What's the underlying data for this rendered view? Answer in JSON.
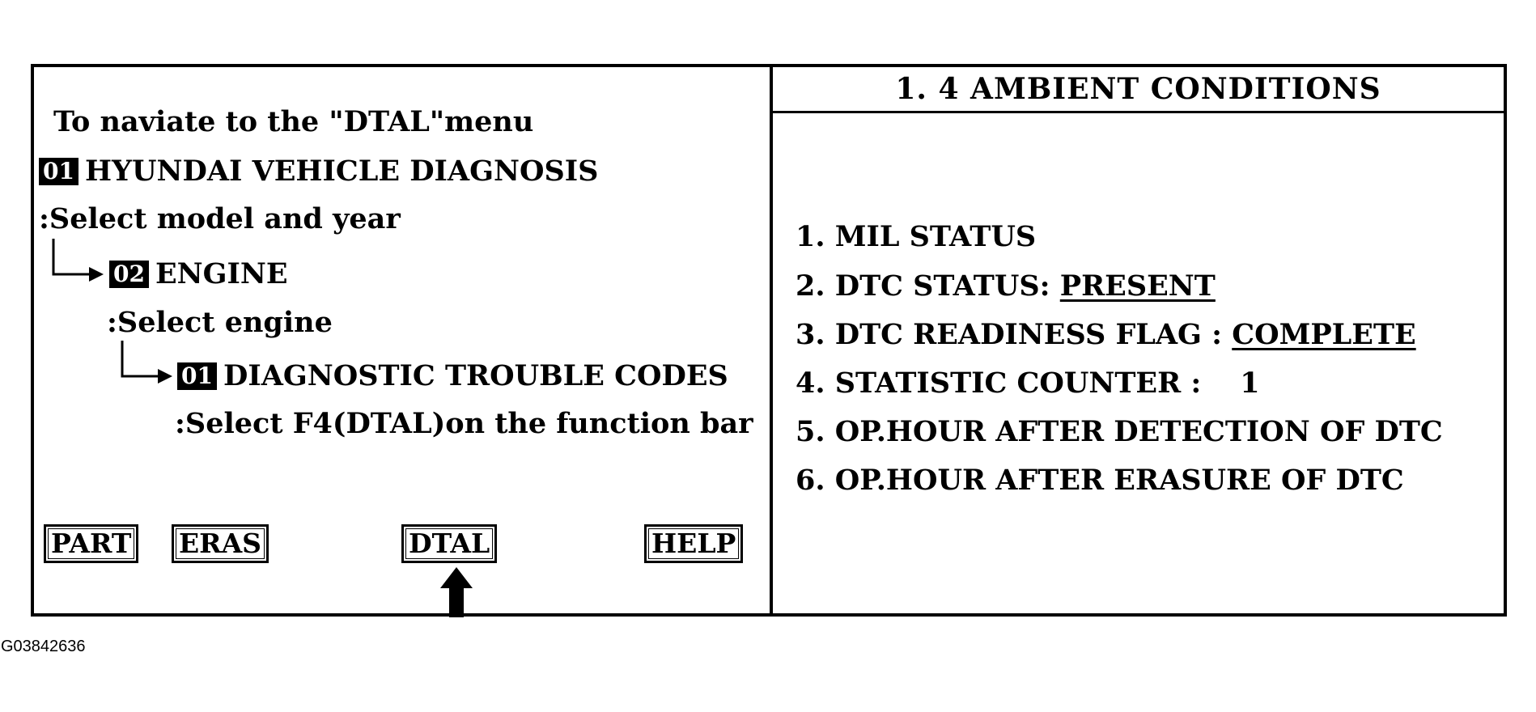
{
  "left_panel": {
    "intro": "To naviate to the \"DTAL\"menu",
    "step1": {
      "num": "01",
      "label": "HYUNDAI VEHICLE DIAGNOSIS",
      "instruction": ":Select model and year"
    },
    "step2": {
      "num": "02",
      "label": "ENGINE",
      "instruction": ":Select engine"
    },
    "step3": {
      "num": "01",
      "label": "DIAGNOSTIC TROUBLE CODES",
      "instruction": ":Select F4(DTAL)on the function bar"
    },
    "function_keys": [
      "PART",
      "ERAS",
      "DTAL",
      "HELP"
    ]
  },
  "right_panel": {
    "title": "1. 4  AMBIENT  CONDITIONS",
    "items": [
      {
        "label": "1. MIL  STATUS",
        "value": ""
      },
      {
        "label": "2. DTC  STATUS: ",
        "value": "PRESENT"
      },
      {
        "label": "3. DTC READINESS FLAG : ",
        "value": "COMPLETE"
      },
      {
        "label": "4. STATISTIC COUNTER  :",
        "value": "1"
      },
      {
        "label": "5. OP.HOUR  AFTER  DETECTION  OF  DTC",
        "value": ""
      },
      {
        "label": "6. OP.HOUR  AFTER  ERASURE  OF  DTC",
        "value": ""
      }
    ]
  },
  "figure_id": "G03842636"
}
